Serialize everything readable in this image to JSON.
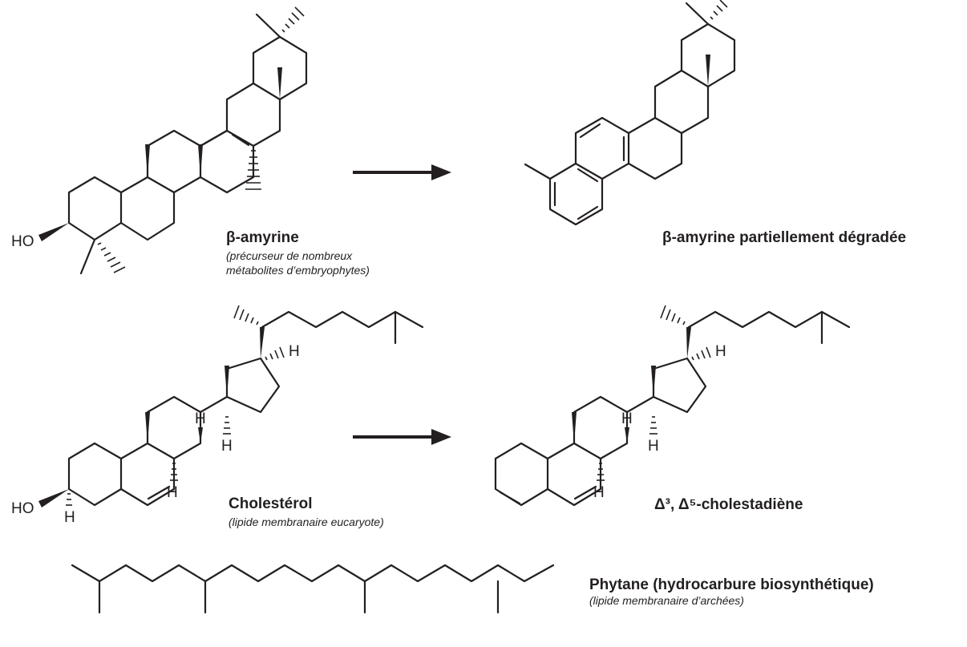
{
  "molecules": {
    "amyrin": {
      "name": "β-amyrine",
      "desc_line1": "(précurseur de nombreux",
      "desc_line2": "métabolites d’embryophytes)",
      "atom_ho": "HO"
    },
    "amyrin_degraded": {
      "name": "β-amyrine partiellement dégradée"
    },
    "cholesterol": {
      "name": "Cholestérol",
      "desc": "(lipide membranaire eucaryote)",
      "atom_ho": "HO",
      "atom_h": "H"
    },
    "cholestadiene": {
      "name": "Δ³, Δ⁵-cholestadiène",
      "atom_h": "H"
    },
    "phytane": {
      "name": "Phytane (hydrocarbure biosynthétique)",
      "desc": "(lipide membranaire d’archées)"
    }
  }
}
